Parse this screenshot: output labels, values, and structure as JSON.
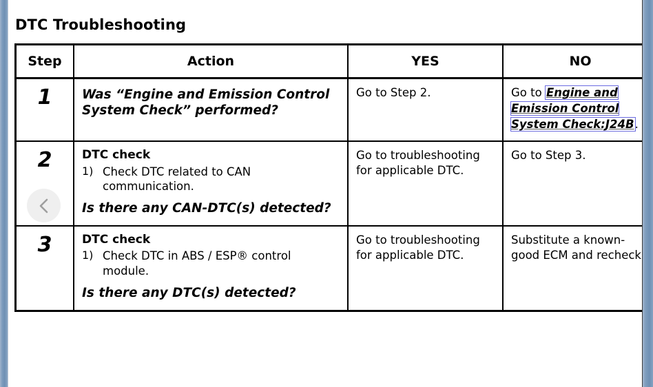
{
  "page": {
    "title": "DTC Troubleshooting"
  },
  "nav": {
    "back_icon": "chevron-left-icon",
    "back_label": "Previous page"
  },
  "table": {
    "headers": {
      "step": "Step",
      "action": "Action",
      "yes": "YES",
      "no": "NO"
    },
    "rows": [
      {
        "step": "1",
        "action": {
          "question": "Was “Engine and Emission Control System Check” performed?"
        },
        "yes": "Go to Step 2.",
        "no": {
          "prefix": "Go to ",
          "link_text": "Engine and Emission Control System Check:J24B",
          "suffix": "."
        }
      },
      {
        "step": "2",
        "action": {
          "heading": "DTC check",
          "item_marker": "1)",
          "item_text": "Check DTC related to CAN communication.",
          "question": "Is there any CAN-DTC(s) detected?"
        },
        "yes": "Go to troubleshooting for applicable DTC.",
        "no": "Go to Step 3."
      },
      {
        "step": "3",
        "action": {
          "heading": "DTC check",
          "item_marker": "1)",
          "item_text": "Check DTC in ABS / ESP® control module.",
          "question": "Is there any DTC(s) detected?"
        },
        "yes": "Go to troubleshooting for applicable DTC.",
        "no": "Substitute a known-good ECM and recheck."
      }
    ]
  },
  "colors": {
    "link_outline": "#6a6ae0",
    "edge_bar": "#7e9cbd",
    "border": "#000000",
    "background": "#ffffff"
  }
}
